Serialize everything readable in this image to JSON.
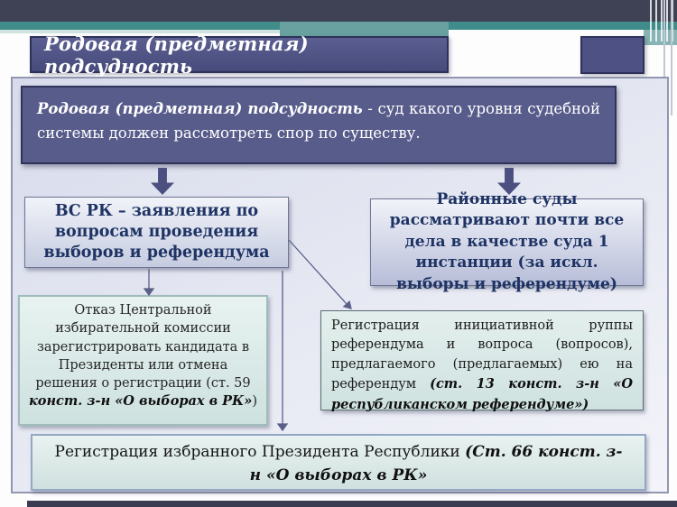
{
  "title": "Родовая (предметная) подсудность",
  "definition": {
    "term": "Родовая (предметная) подсудность",
    "text": " - суд какого уровня судебной системы должен рассмотреть спор по существу."
  },
  "diagram": {
    "supreme_court_box": "ВС РК – заявления по вопросам проведения выборов и референдума",
    "district_courts_box": "Районные суды рассматривают почти все дела в качестве суда 1 инстанции (за искл. выборы и референдуме)",
    "cec_refusal_box": {
      "lead": "Отказ Центральной избирательной комиссии зарегистрировать кандидата в Президенты или отмена решения о регистрации (ст. 59 ",
      "law": "конст. з-н «О выборах в РК»",
      "tail": ")"
    },
    "initiative_group_box": {
      "lead": "Регистрация инициативной руппы референдума и вопроса (вопросов), предлагаемого (предлагаемых) ею на референдум ",
      "law": "(ст. 13 конст. з-н «О республиканском референдуме»)"
    },
    "president_registration_box": {
      "lead": "Регистрация избранного Президента Республики ",
      "law": "(Ст. 66 конст. з-н «О выборах в РК»"
    }
  },
  "icons": {
    "block_arrow_left": "down-arrow",
    "block_arrow_right": "down-arrow",
    "connector_short": "arrow-down-short",
    "connector_long": "arrow-down-long",
    "connector_diagonal": "arrow-diagonal-right"
  },
  "colors": {
    "top_band": "#3f4255",
    "teal_band": "#3f8c8a",
    "title_bar": "#4d5184",
    "definition_box": "#585c8b",
    "lavender_box_bottom": "#c6cce0",
    "mint_box": "#d9e9e7",
    "navy_text": "#1e3364",
    "arrow": "#4c5080",
    "panel": "#e2e5f0"
  }
}
